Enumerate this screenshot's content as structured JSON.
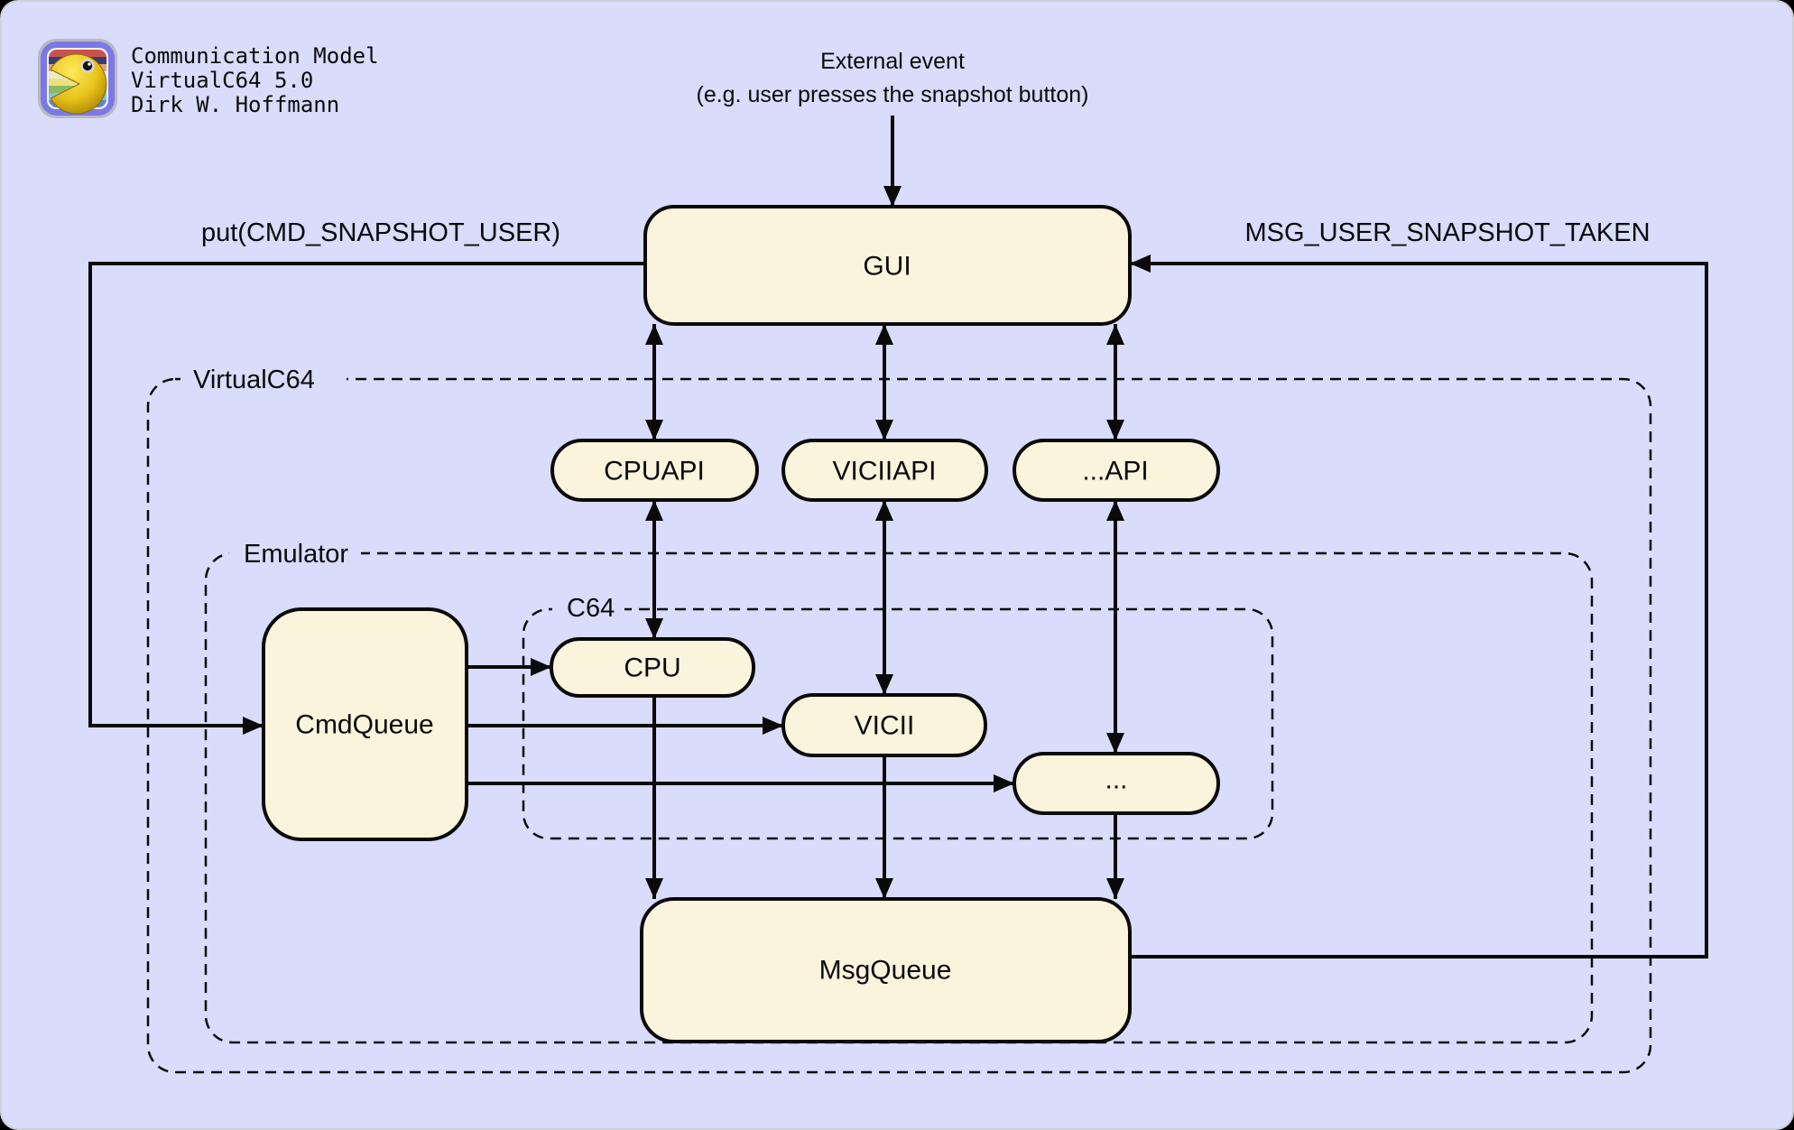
{
  "header": {
    "credit_lines": [
      "Communication Model",
      "VirtualC64 5.0",
      "Dirk W. Hoffmann"
    ],
    "icons": {
      "logo": "virtualc64-pacman-app-icon"
    }
  },
  "annotation": {
    "line1": "External event",
    "line2": "(e.g. user presses the snapshot button)"
  },
  "edge_labels": {
    "put": "put(CMD_SNAPSHOT_USER)",
    "msg": "MSG_USER_SNAPSHOT_TAKEN"
  },
  "regions": {
    "virtualc64": "VirtualC64",
    "emulator": "Emulator",
    "c64": "C64"
  },
  "nodes": {
    "gui": "GUI",
    "cpuapi": "CPUAPI",
    "viciiapi": "VICIIAPI",
    "dotapi": "...API",
    "cmdqueue": "CmdQueue",
    "cpu": "CPU",
    "vicii": "VICII",
    "dots": "...",
    "msgqueue": "MsgQueue"
  },
  "colors": {
    "background": "#d9dcfa",
    "node_fill": "#fbf4dc",
    "line": "#0a0a0a",
    "window_frame": "#cdd0da",
    "logo_purple": "#7b79e6",
    "logo_yellow": "#e8c21a"
  }
}
